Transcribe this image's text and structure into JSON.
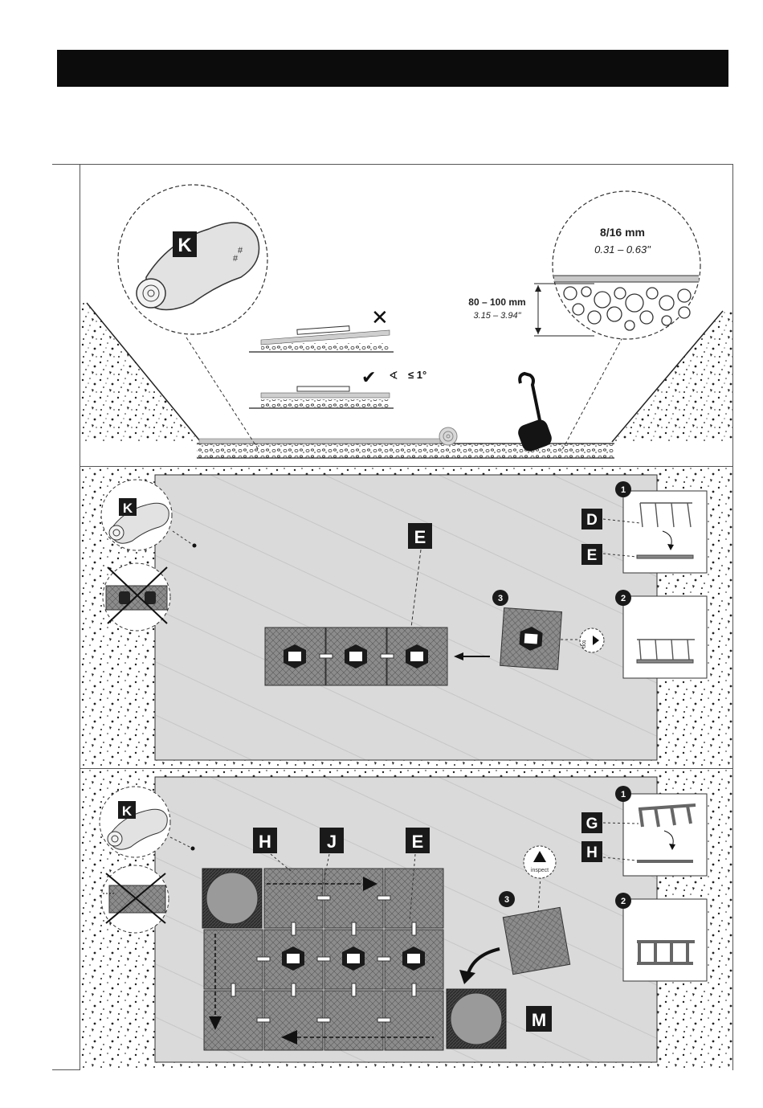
{
  "title_bar": "",
  "step1": {
    "callout_k": "K",
    "wrong_mark": "✕",
    "right_mark": "✔",
    "slope": "≤ 1°",
    "gravel_mm": "8/16 mm",
    "gravel_in": "0.31 – 0.63\"",
    "depth_mm": "80 – 100 mm",
    "depth_in": "3.15 – 3.94\""
  },
  "step2": {
    "callout_k": "K",
    "label_e": "E",
    "label_d": "D",
    "label_e_detail": "E",
    "step_1": "1",
    "step_2": "2",
    "step_3": "3",
    "top_tag": "top"
  },
  "step3": {
    "callout_k": "K",
    "label_h": "H",
    "label_j": "J",
    "label_e": "E",
    "label_g": "G",
    "label_h_detail": "H",
    "label_m": "M",
    "step_1": "1",
    "step_2": "2",
    "step_3": "3",
    "inspect_tag": "inspect"
  },
  "colors": {
    "title_bar": "#0c0c0c",
    "ground": "#dadada",
    "tile": "#8a8a8a",
    "label_bg": "#1a1a1a"
  }
}
